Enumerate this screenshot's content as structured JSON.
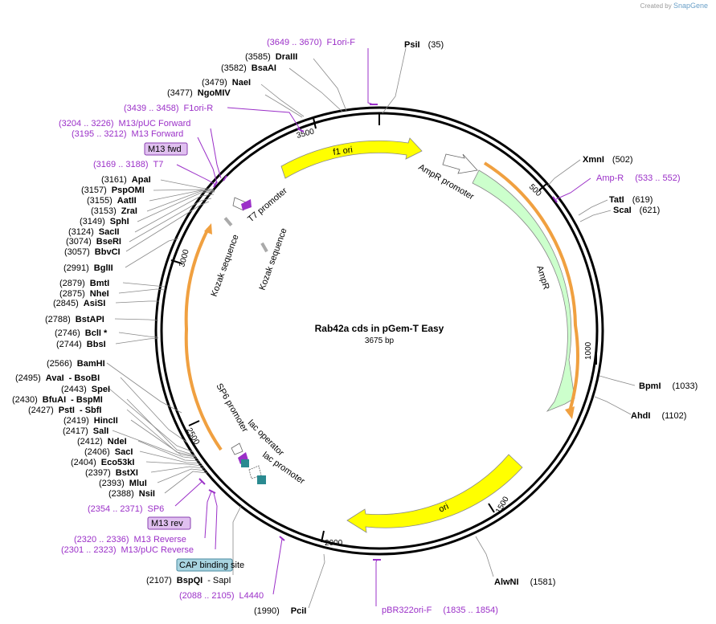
{
  "branding": {
    "prefix": "Created by",
    "name": "SnapGene"
  },
  "plasmid": {
    "name": "Rab42a cds in pGem-T Easy",
    "length_label": "3675 bp"
  },
  "ticks": [
    "500",
    "1000",
    "1500",
    "2000",
    "2500",
    "3000",
    "3500"
  ],
  "enzymes": [
    {
      "id": "psii",
      "name": "PsiI",
      "pos": "(35)"
    },
    {
      "id": "drai",
      "name": "DraIII",
      "pos": "(3585)"
    },
    {
      "id": "bsaai",
      "name": "BsaAI",
      "pos": "(3582)"
    },
    {
      "id": "naei",
      "name": "NaeI",
      "pos": "(3479)"
    },
    {
      "id": "ngomiv",
      "name": "NgoMIV",
      "pos": "(3477)"
    },
    {
      "id": "xmni",
      "name": "XmnI",
      "pos": "(502)"
    },
    {
      "id": "tati",
      "name": "TatI",
      "pos": "(619)"
    },
    {
      "id": "scai",
      "name": "ScaI",
      "pos": "(621)"
    },
    {
      "id": "bpmi",
      "name": "BpmI",
      "pos": "(1033)"
    },
    {
      "id": "ahdi",
      "name": "AhdI",
      "pos": "(1102)"
    },
    {
      "id": "alwni",
      "name": "AlwNI",
      "pos": "(1581)"
    },
    {
      "id": "pcii",
      "name": "PciI",
      "pos": "(1990)"
    },
    {
      "id": "bspqi",
      "name": "BspQI",
      "pos": "(2107)",
      "alt": "- SapI"
    },
    {
      "id": "apai",
      "name": "ApaI",
      "pos": "(3161)"
    },
    {
      "id": "pspomi",
      "name": "PspOMI",
      "pos": "(3157)"
    },
    {
      "id": "aatii",
      "name": "AatII",
      "pos": "(3155)"
    },
    {
      "id": "zrai",
      "name": "ZraI",
      "pos": "(3153)"
    },
    {
      "id": "sphi",
      "name": "SphI",
      "pos": "(3149)"
    },
    {
      "id": "sacii",
      "name": "SacII",
      "pos": "(3124)"
    },
    {
      "id": "bseri",
      "name": "BseRI",
      "pos": "(3074)"
    },
    {
      "id": "bbvci",
      "name": "BbvCI",
      "pos": "(3057)"
    },
    {
      "id": "bglii",
      "name": "BglII",
      "pos": "(2991)"
    },
    {
      "id": "bmti",
      "name": "BmtI",
      "pos": "(2879)"
    },
    {
      "id": "nhei",
      "name": "NheI",
      "pos": "(2875)"
    },
    {
      "id": "asisi",
      "name": "AsiSI",
      "pos": "(2845)"
    },
    {
      "id": "bstapi",
      "name": "BstAPI",
      "pos": "(2788)"
    },
    {
      "id": "bcli",
      "name": "BclI *",
      "pos": "(2746)"
    },
    {
      "id": "bbsi",
      "name": "BbsI",
      "pos": "(2744)"
    },
    {
      "id": "bamhi",
      "name": "BamHI",
      "pos": "(2566)"
    },
    {
      "id": "avai",
      "name": "AvaI",
      "pos": "(2495)",
      "alt": "- BsoBI"
    },
    {
      "id": "spei",
      "name": "SpeI",
      "pos": "(2443)"
    },
    {
      "id": "bfuai",
      "name": "BfuAI",
      "pos": "(2430)",
      "alt": "- BspMI"
    },
    {
      "id": "psti",
      "name": "PstI",
      "pos": "(2427)",
      "alt": "- SbfI"
    },
    {
      "id": "hincii",
      "name": "HincII",
      "pos": "(2419)"
    },
    {
      "id": "sali",
      "name": "SalI",
      "pos": "(2417)"
    },
    {
      "id": "ndei",
      "name": "NdeI",
      "pos": "(2412)"
    },
    {
      "id": "saci",
      "name": "SacI",
      "pos": "(2406)"
    },
    {
      "id": "eco53ki",
      "name": "Eco53kI",
      "pos": "(2404)"
    },
    {
      "id": "bstxi",
      "name": "BstXI",
      "pos": "(2397)"
    },
    {
      "id": "mlui",
      "name": "MluI",
      "pos": "(2393)"
    },
    {
      "id": "nsii",
      "name": "NsiI",
      "pos": "(2388)"
    }
  ],
  "primers": [
    {
      "id": "f1ori-f",
      "name": "F1ori-F",
      "range": "(3649 .. 3670)"
    },
    {
      "id": "f1ori-r",
      "name": "F1ori-R",
      "range": "(3439 .. 3458)"
    },
    {
      "id": "m13-puc-fwd",
      "name": "M13/pUC Forward",
      "range": "(3204 .. 3226)"
    },
    {
      "id": "m13-fwd-long",
      "name": "M13 Forward",
      "range": "(3195 .. 3212)"
    },
    {
      "id": "t7",
      "name": "T7",
      "range": "(3169 .. 3188)"
    },
    {
      "id": "amp-r",
      "name": "Amp-R",
      "range": "(533 .. 552)"
    },
    {
      "id": "sp6",
      "name": "SP6",
      "range": "(2354 .. 2371)"
    },
    {
      "id": "m13-rev-long",
      "name": "M13 Reverse",
      "range": "(2320 .. 2336)"
    },
    {
      "id": "m13-puc-rev",
      "name": "M13/pUC Reverse",
      "range": "(2301 .. 2323)"
    },
    {
      "id": "l4440",
      "name": "L4440",
      "range": "(2088 .. 2105)"
    },
    {
      "id": "pbr322ori-f",
      "name": "pBR322ori-F",
      "range": "(1835 .. 1854)"
    }
  ],
  "boxed": {
    "m13_fwd": "M13 fwd",
    "m13_rev": "M13 rev",
    "cap": "CAP binding site"
  },
  "features": {
    "f1ori": "f1 ori",
    "ampr_promoter": "AmpR promoter",
    "ampr": "AmpR",
    "ori": "ori",
    "t7_promoter": "T7 promoter",
    "kozak1": "Kozak sequence",
    "kozak2": "Kozak sequence",
    "sp6_promoter": "SP6 promoter",
    "lac_operator": "lac operator",
    "lac_promoter": "lac promoter"
  },
  "colors": {
    "feature_yellow": "#ffff00",
    "ampr_green": "#ccffcc",
    "primer_purple": "#9b30c8",
    "orange": "#f0a040",
    "cap_blue": "#a8d4e0",
    "boxed_purple": "#e0c0f0"
  }
}
